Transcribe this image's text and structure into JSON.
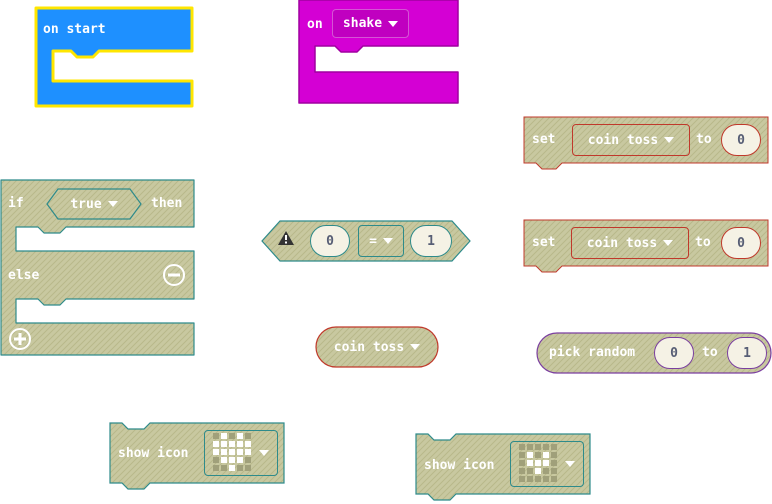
{
  "colors": {
    "basic_blue": "#1e90ff",
    "input_magenta": "#d400d4",
    "disabled_fill": "#c8c8a0",
    "disabled_stroke_red": "#c0392b",
    "disabled_stroke_teal": "#2e8b8b",
    "field_bg": "#f5f2e5",
    "text_dark": "#575e75"
  },
  "blocks": {
    "on_start": {
      "label": "on start"
    },
    "on_shake": {
      "label": "on",
      "gesture": "shake"
    },
    "set_1": {
      "label_set": "set",
      "variable": "coin toss",
      "label_to": "to",
      "value": "0"
    },
    "set_2": {
      "label_set": "set",
      "variable": "coin toss",
      "label_to": "to",
      "value": "0"
    },
    "if_else": {
      "label_if": "if",
      "condition": "true",
      "label_then": "then",
      "label_else": "else"
    },
    "compare": {
      "left": "0",
      "operator": "=",
      "right": "1"
    },
    "var_reporter": {
      "label": "coin toss"
    },
    "pick_random": {
      "label": "pick random",
      "from": "0",
      "label_to": "to",
      "to": "1"
    },
    "show_icon_1": {
      "label": "show icon",
      "icon": "heart-icon"
    },
    "show_icon_2": {
      "label": "show icon",
      "icon": "small-heart-icon"
    }
  }
}
